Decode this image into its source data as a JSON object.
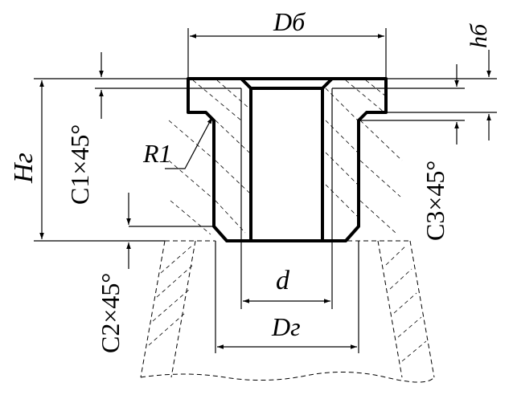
{
  "labels": {
    "d_bush": "Dб",
    "h_bush": "hб",
    "h_housing": "Hг",
    "c1": "C1×45°",
    "r1": "R1",
    "c2": "C2×45°",
    "c3": "C3×45°",
    "d": "d",
    "d_housing": "Dг"
  }
}
